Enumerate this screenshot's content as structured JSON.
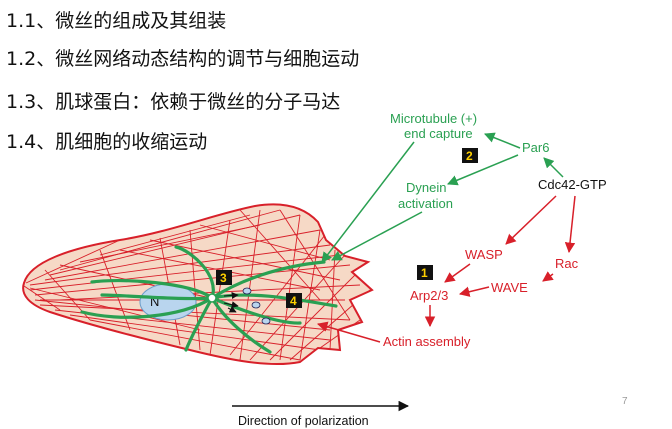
{
  "outline": [
    "1.1、微丝的组成及其组装",
    "1.2、微丝网络动态结构的调节与细胞运动",
    "1.3、肌球蛋白：依赖于微丝的分子马达",
    "1.4、肌细胞的收缩运动"
  ],
  "diagram": {
    "labels": {
      "microtubule_line1": "Microtubule (+)",
      "microtubule_line2": "end capture",
      "par6": "Par6",
      "cdc42": "Cdc42-GTP",
      "dynein_line1": "Dynein",
      "dynein_line2": "activation",
      "wasp": "WASP",
      "rac": "Rac",
      "arp23": "Arp2/3",
      "wave": "WAVE",
      "actin_assembly": "Actin assembly",
      "nucleus": "N",
      "direction": "Direction of polarization"
    },
    "badges": {
      "b1": "1",
      "b2": "2",
      "b3": "3",
      "b4": "4"
    },
    "colors": {
      "green": "#2aa052",
      "red": "#d8202a",
      "cell_fill": "#f6d9c6",
      "nucleus": "#b9d5ee"
    }
  },
  "slide_number": "7"
}
